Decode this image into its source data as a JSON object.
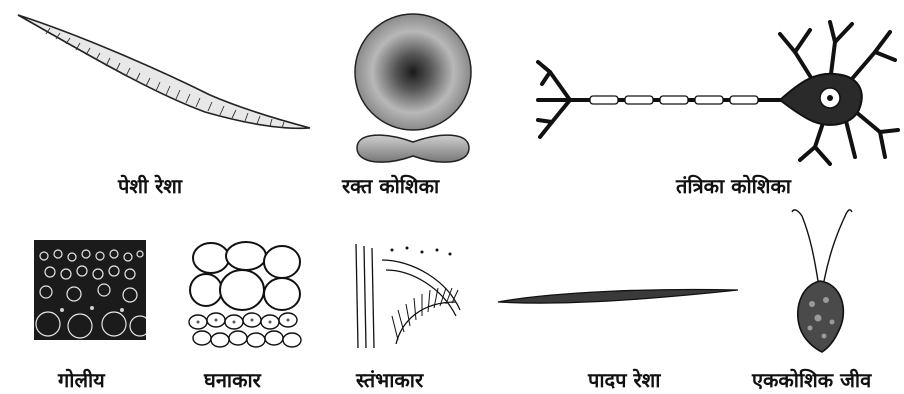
{
  "labels": {
    "muscle_fibre": "पेशी रेशा",
    "blood_cell": "रक्त कोशिका",
    "nerve_cell": "तंत्रिका कोशिका",
    "spherical": "गोलीय",
    "cuboidal": "घनाकार",
    "columnar": "स्तंभाकार",
    "plant_fibre": "पादप रेशा",
    "unicellular": "एककोशिक जीव"
  }
}
